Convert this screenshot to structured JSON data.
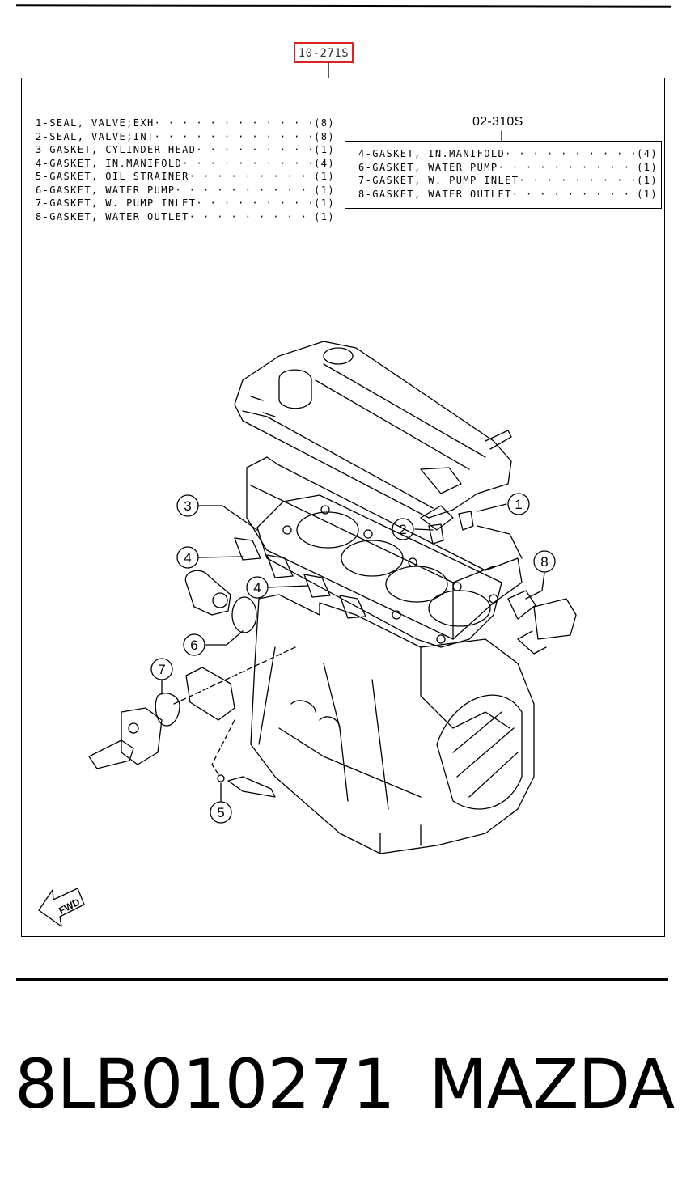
{
  "header": {
    "ref_code": "10-271S",
    "sub_ref_code": "02-310S"
  },
  "main_list": [
    {
      "text": "1-SEAL, VALVE;EXH",
      "qty": "(8)"
    },
    {
      "text": "2-SEAL, VALVE;INT",
      "qty": "(8)"
    },
    {
      "text": "3-GASKET, CYLINDER HEAD",
      "qty": "(1)"
    },
    {
      "text": "4-GASKET, IN.MANIFOLD",
      "qty": "(4)"
    },
    {
      "text": "5-GASKET, OIL STRAINER",
      "qty": "(1)"
    },
    {
      "text": "6-GASKET, WATER PUMP",
      "qty": "(1)"
    },
    {
      "text": "7-GASKET, W. PUMP INLET",
      "qty": "(1)"
    },
    {
      "text": "8-GASKET, WATER OUTLET",
      "qty": "(1)"
    }
  ],
  "sub_list": [
    {
      "text": "4-GASKET, IN.MANIFOLD",
      "qty": "(4)"
    },
    {
      "text": "6-GASKET, WATER PUMP",
      "qty": "(1)"
    },
    {
      "text": "7-GASKET, W. PUMP INLET",
      "qty": "(1)"
    },
    {
      "text": "8-GASKET, WATER OUTLET",
      "qty": "(1)"
    }
  ],
  "callouts": [
    "1",
    "2",
    "3",
    "4",
    "4",
    "5",
    "6",
    "7",
    "8"
  ],
  "fwd_label": "FWD",
  "footer": {
    "part_number": "8LB010271",
    "brand": "MAZDA"
  }
}
